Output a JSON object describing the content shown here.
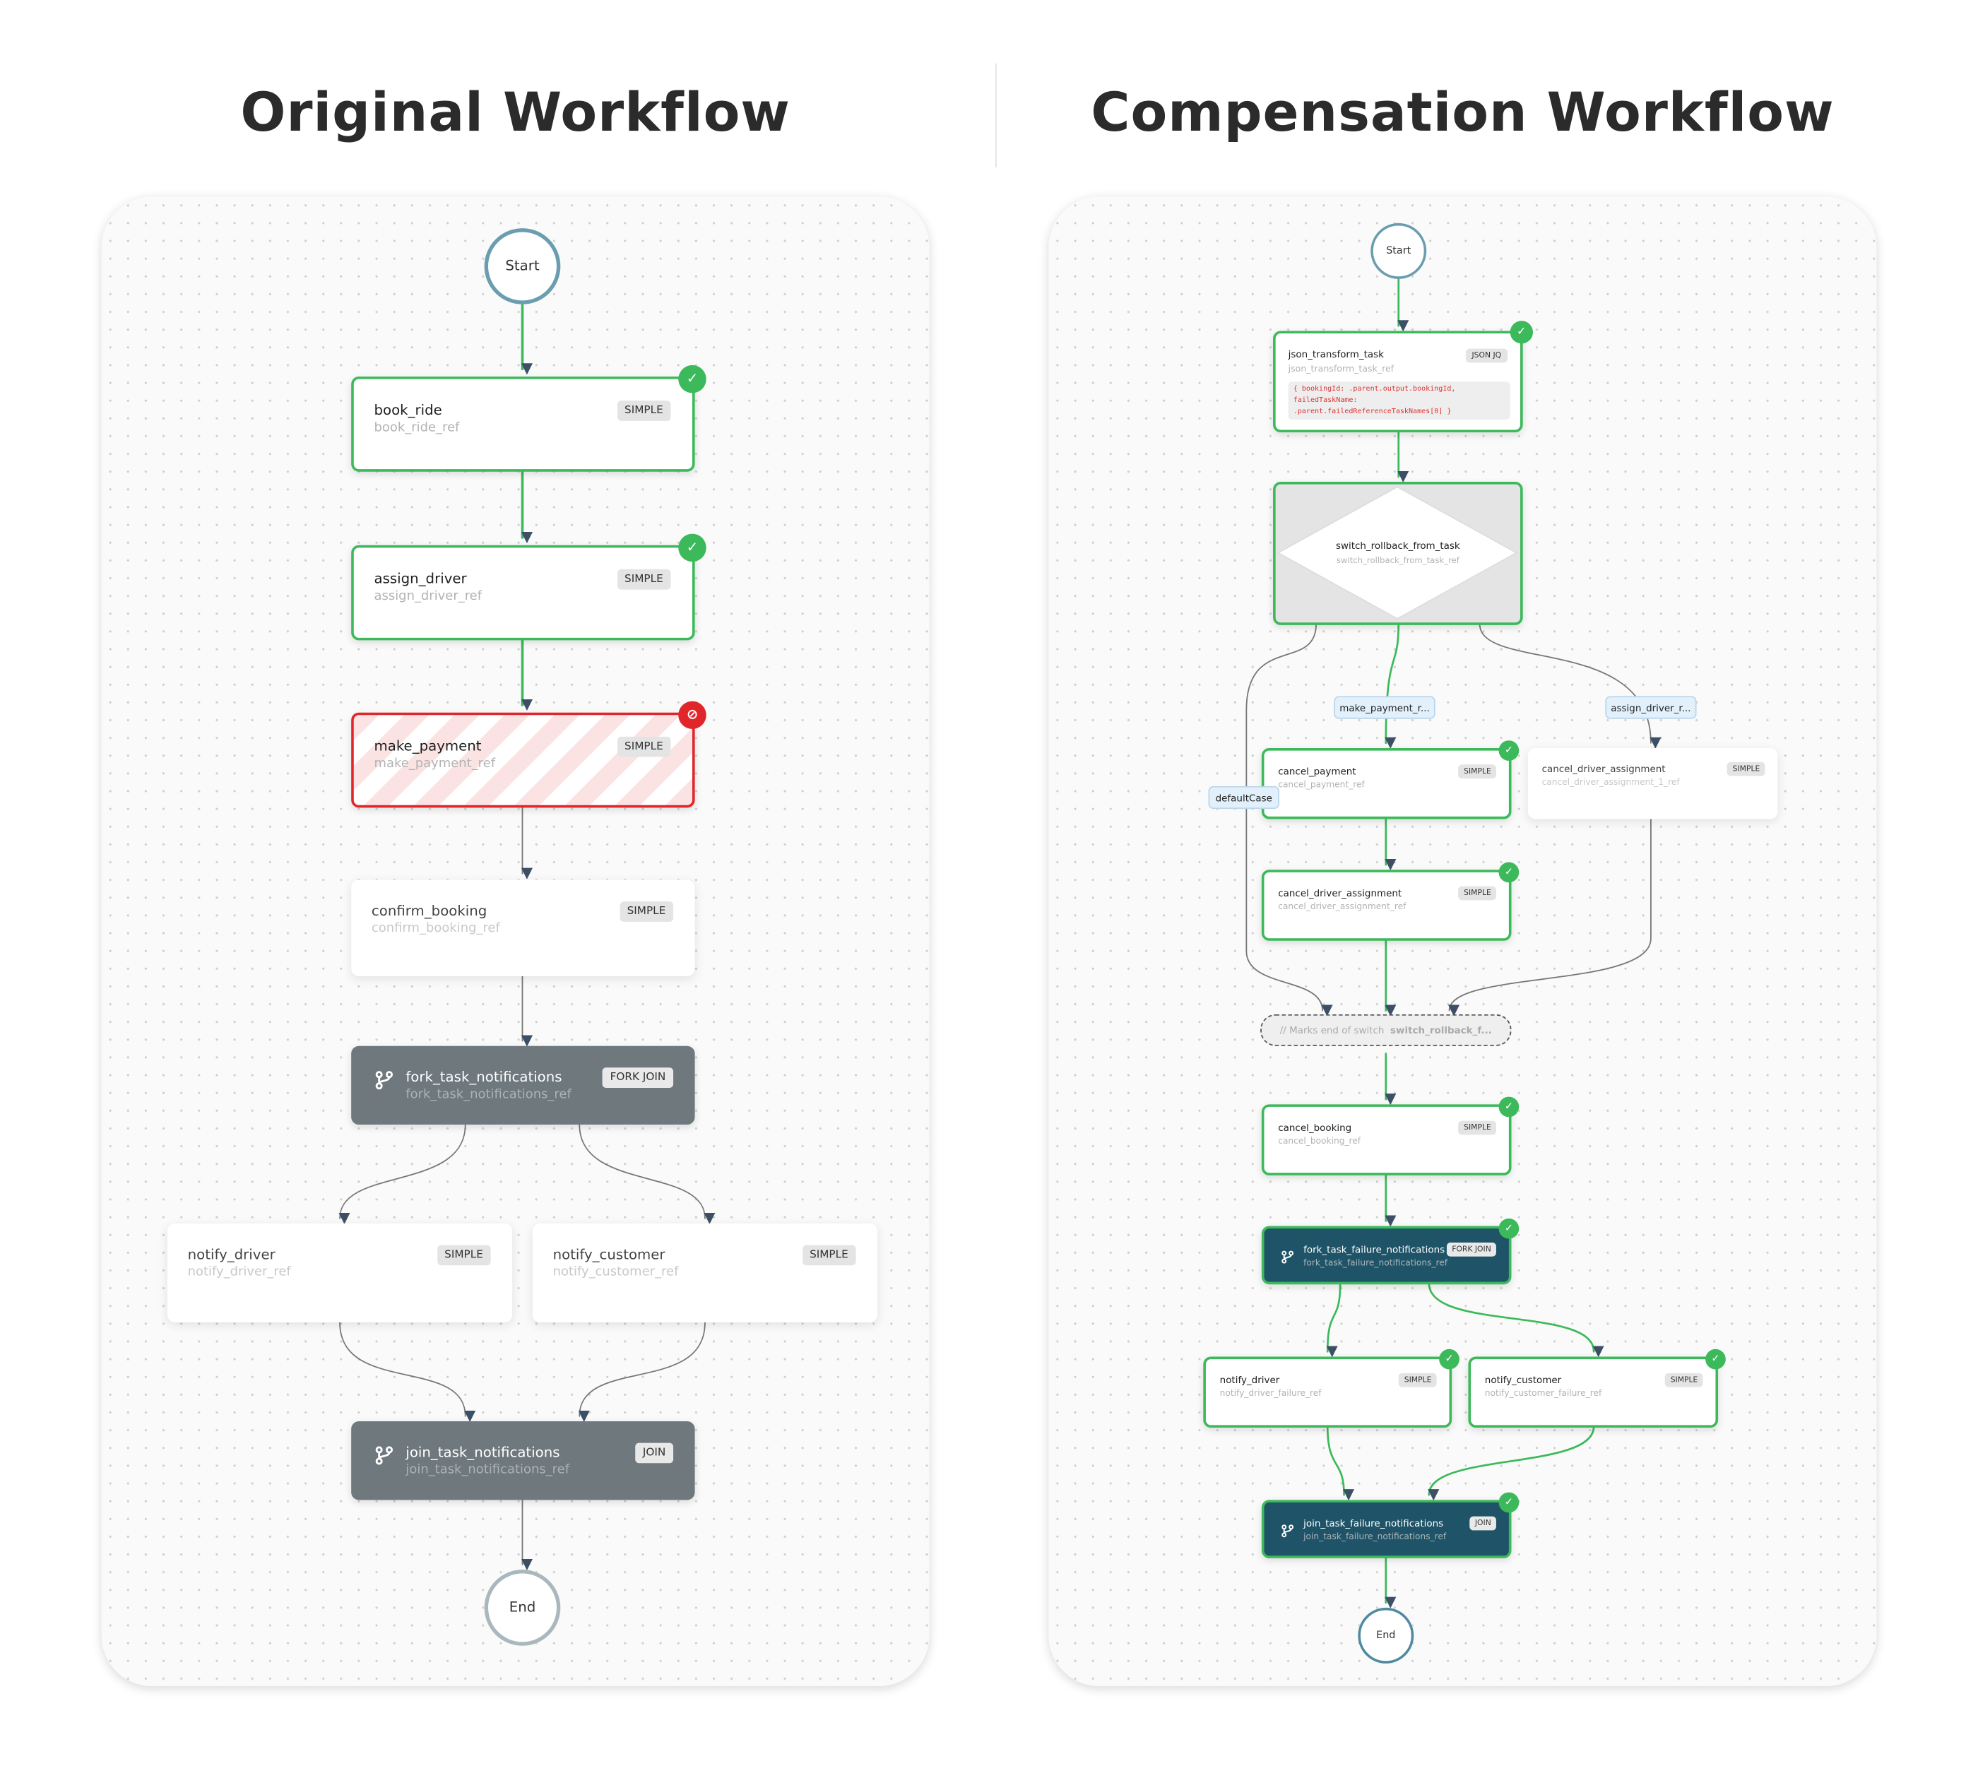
{
  "titles": {
    "original": "Original Workflow",
    "compensation": "Compensation Workflow"
  },
  "colors": {
    "success": "#3cb95a",
    "failed": "#e0262b",
    "fork_original": "#6f787d",
    "fork_compensation": "#1f5468",
    "switch_label_bg": "#e1f0fb"
  },
  "original": {
    "start": "Start",
    "end": "End",
    "nodes": [
      {
        "id": "book_ride",
        "name": "book_ride",
        "ref": "book_ride_ref",
        "type": "SIMPLE",
        "status": "completed"
      },
      {
        "id": "assign_driver",
        "name": "assign_driver",
        "ref": "assign_driver_ref",
        "type": "SIMPLE",
        "status": "completed"
      },
      {
        "id": "make_payment",
        "name": "make_payment",
        "ref": "make_payment_ref",
        "type": "SIMPLE",
        "status": "failed"
      },
      {
        "id": "confirm_booking",
        "name": "confirm_booking",
        "ref": "confirm_booking_ref",
        "type": "SIMPLE",
        "status": "not_executed"
      },
      {
        "id": "fork",
        "name": "fork_task_notifications",
        "ref": "fork_task_notifications_ref",
        "type": "FORK JOIN",
        "status": "not_executed",
        "icon": "fork-icon"
      },
      {
        "id": "notify_driver",
        "name": "notify_driver",
        "ref": "notify_driver_ref",
        "type": "SIMPLE",
        "status": "not_executed"
      },
      {
        "id": "notify_customer",
        "name": "notify_customer",
        "ref": "notify_customer_ref",
        "type": "SIMPLE",
        "status": "not_executed"
      },
      {
        "id": "join",
        "name": "join_task_notifications",
        "ref": "join_task_notifications_ref",
        "type": "JOIN",
        "status": "not_executed",
        "icon": "fork-icon"
      }
    ]
  },
  "compensation": {
    "start": "Start",
    "end": "End",
    "json_task": {
      "name": "json_transform_task",
      "ref": "json_transform_task_ref",
      "type": "JSON JQ",
      "status": "completed",
      "code": "{ bookingId: .parent.output.bookingId,\nfailedTaskName:\n.parent.failedReferenceTaskNames[0] }"
    },
    "switch": {
      "name": "switch_rollback_from_task",
      "ref": "switch_rollback_from_task_ref"
    },
    "case_labels": {
      "make_payment": "make_payment_r...",
      "assign_driver": "assign_driver_r...",
      "default": "defaultCase"
    },
    "join_marker": {
      "comment": "// Marks end of switch",
      "name": "switch_rollback_f..."
    },
    "nodes": [
      {
        "id": "cancel_payment",
        "name": "cancel_payment",
        "ref": "cancel_payment_ref",
        "type": "SIMPLE",
        "status": "completed"
      },
      {
        "id": "cancel_driver_1",
        "name": "cancel_driver_assignment",
        "ref": "cancel_driver_assignment_1_ref",
        "type": "SIMPLE",
        "status": "not_executed"
      },
      {
        "id": "cancel_driver",
        "name": "cancel_driver_assignment",
        "ref": "cancel_driver_assignment_ref",
        "type": "SIMPLE",
        "status": "completed"
      },
      {
        "id": "cancel_booking",
        "name": "cancel_booking",
        "ref": "cancel_booking_ref",
        "type": "SIMPLE",
        "status": "completed"
      },
      {
        "id": "fork",
        "name": "fork_task_failure_notifications",
        "ref": "fork_task_failure_notifications_ref",
        "type": "FORK JOIN",
        "status": "completed",
        "icon": "fork-icon"
      },
      {
        "id": "notify_driver",
        "name": "notify_driver",
        "ref": "notify_driver_failure_ref",
        "type": "SIMPLE",
        "status": "completed"
      },
      {
        "id": "notify_customer",
        "name": "notify_customer",
        "ref": "notify_customer_failure_ref",
        "type": "SIMPLE",
        "status": "completed"
      },
      {
        "id": "join",
        "name": "join_task_failure_notifications",
        "ref": "join_task_failure_notifications_ref",
        "type": "JOIN",
        "status": "completed",
        "icon": "fork-icon"
      }
    ]
  }
}
